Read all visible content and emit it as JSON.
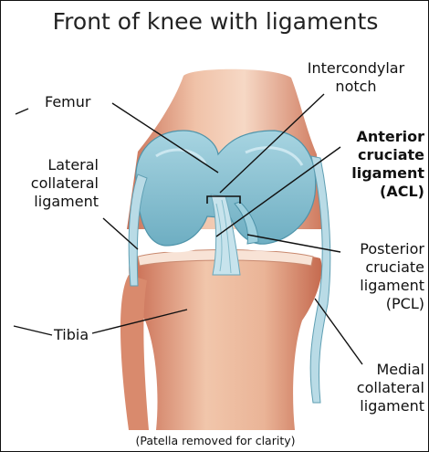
{
  "title": "Front of knee with ligaments",
  "labels": {
    "femur": "Femur",
    "lateral_collateral": [
      "Lateral",
      "collateral",
      "ligament"
    ],
    "tibia": "Tibia",
    "intercondylar_notch": [
      "Intercondylar",
      "notch"
    ],
    "acl": [
      "Anterior",
      "cruciate",
      "ligament",
      "(ACL)"
    ],
    "pcl": [
      "Posterior",
      "cruciate",
      "ligament",
      "(PCL)"
    ],
    "medial_collateral": [
      "Medial",
      "collateral",
      "ligament"
    ]
  },
  "caption": "(Patella removed for clarity)",
  "colors": {
    "bone": "#d8876a",
    "bone_light": "#f3cdb7",
    "cartilage": "#8fc6d6",
    "cartilage_dark": "#4f94aa",
    "ligament": "#b9dbe6",
    "border": "#111111"
  }
}
